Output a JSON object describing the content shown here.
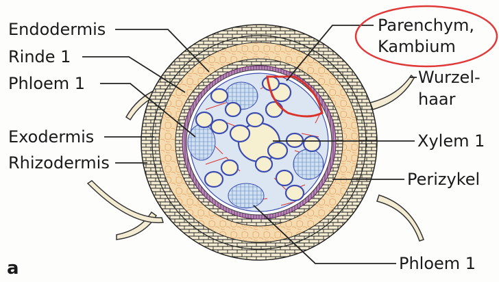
{
  "panel_letter": "a",
  "colors": {
    "leader": "#222222",
    "highlight_ellipse": "#e0393a",
    "cortex": "#f5dcb0",
    "cortex_cells": "#e9a56a",
    "epidermis": "#f4ecd2",
    "stele_bg": "#dce6f2",
    "xylem_wall": "#3b4bb0",
    "xylem_fill": "#f6efd0",
    "parenchyma_wall": "#d9332b",
    "endodermis": "#7a3b7a"
  },
  "labels": {
    "endodermis": "Endodermis",
    "rinde": "Rinde 1",
    "phloem_left": "Phloem 1",
    "exodermis": "Exodermis",
    "rhizodermis": "Rhizodermis",
    "parenchym_line1": "Parenchym,",
    "parenchym_line2": "Kambium",
    "wurzel_line1": "Wurzel-",
    "wurzel_line2": "haar",
    "xylem": "Xylem 1",
    "perizykel": "Perizykel",
    "phloem_bottom": "Phloem 1"
  }
}
